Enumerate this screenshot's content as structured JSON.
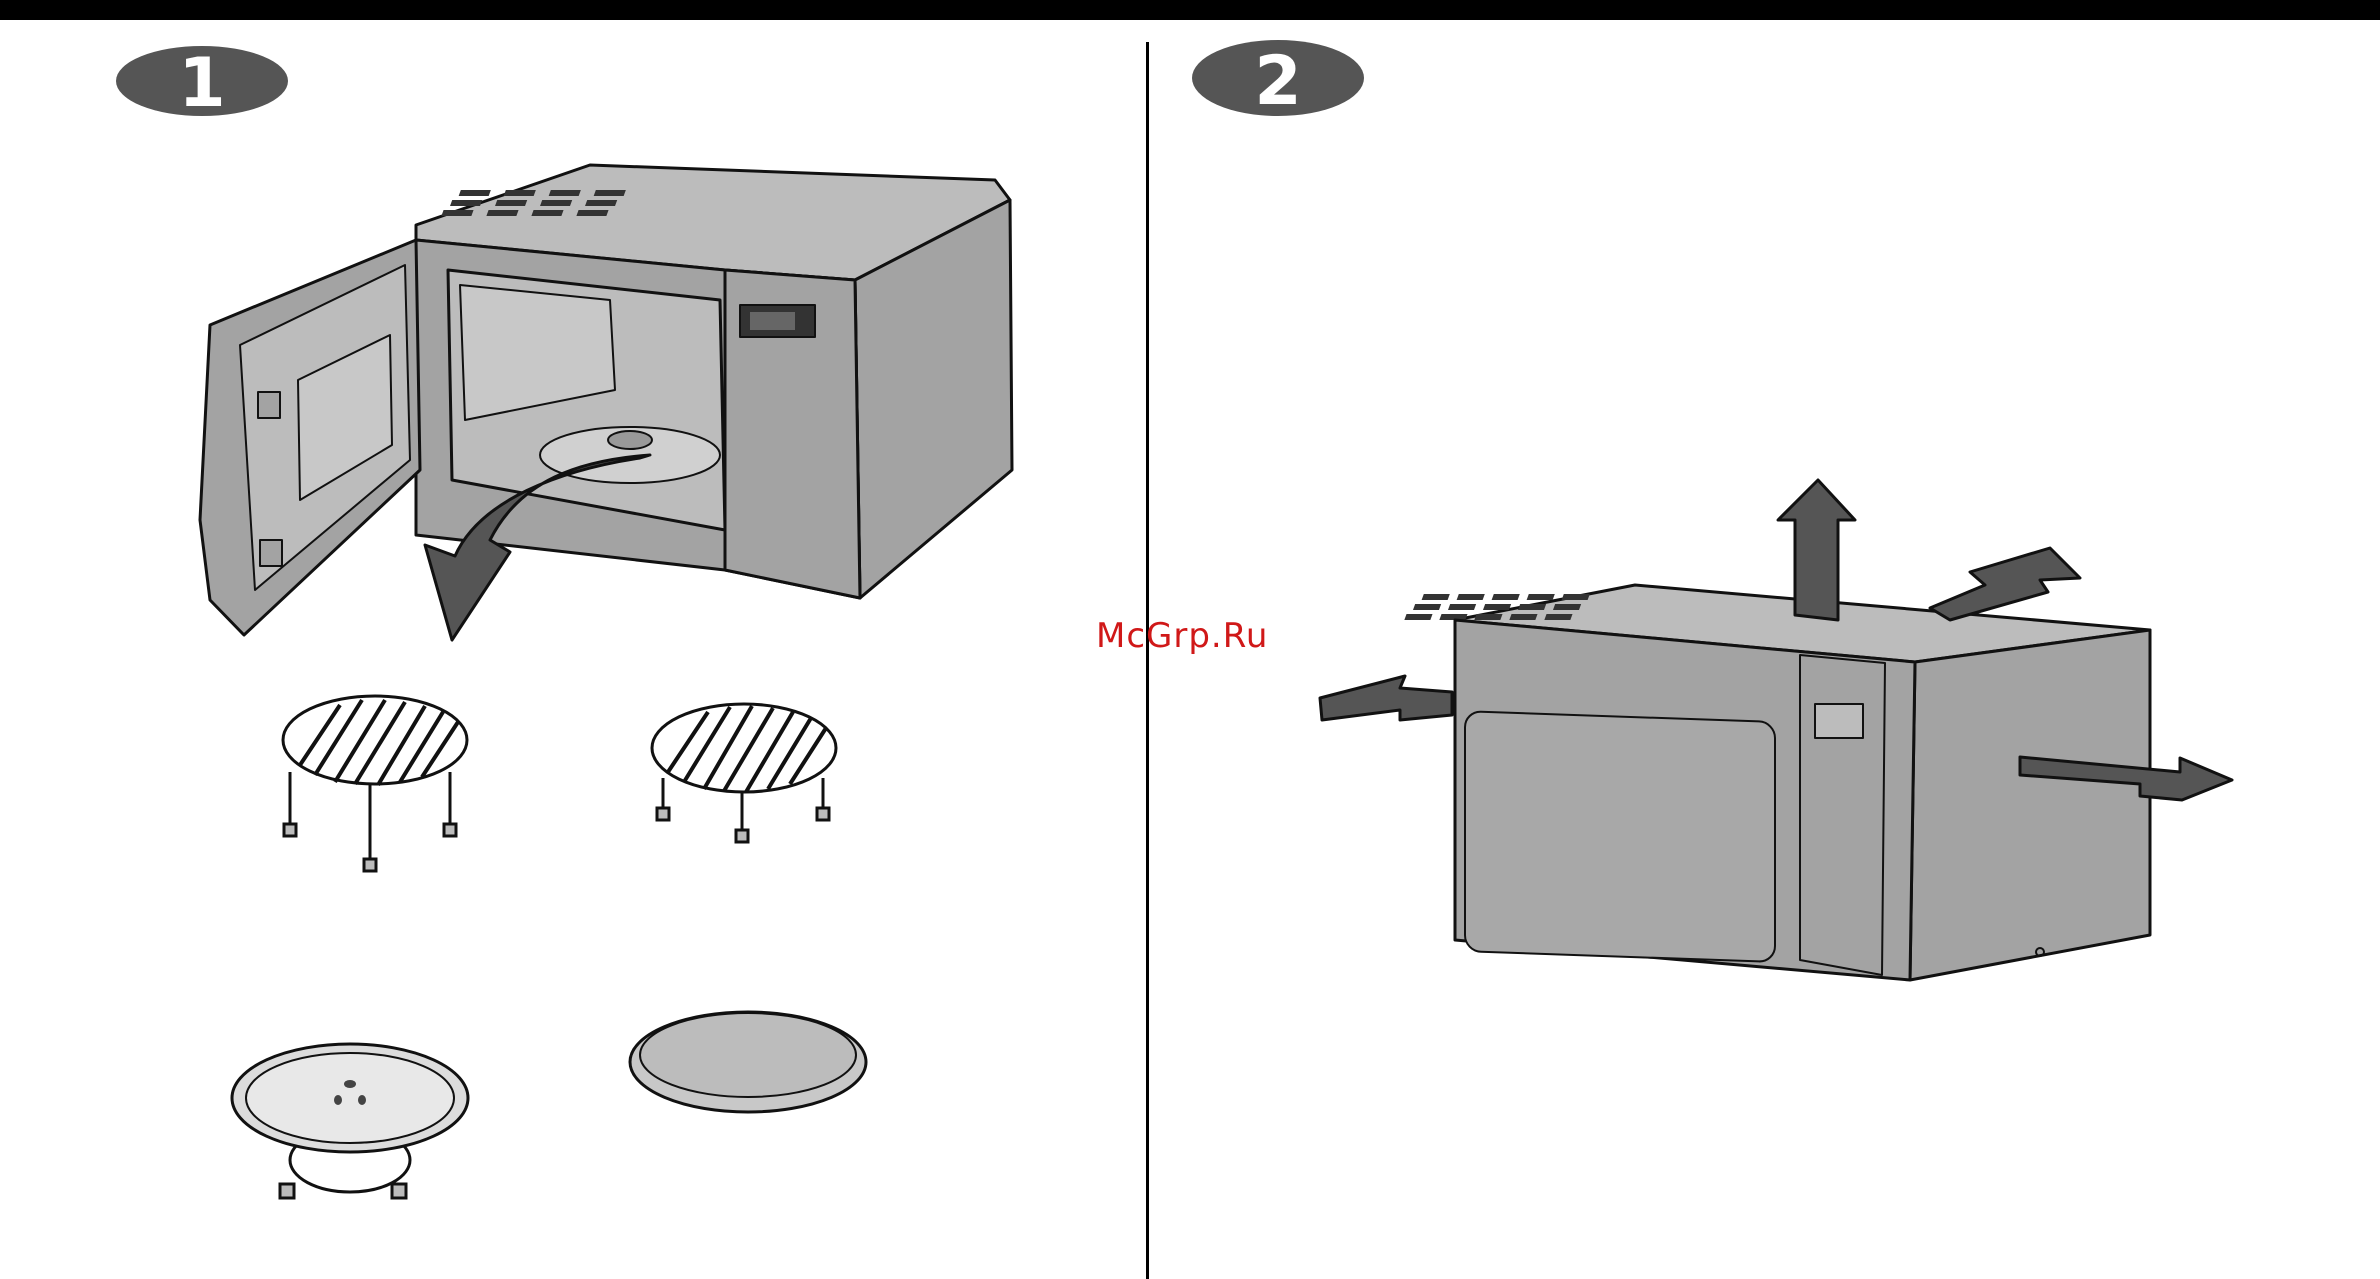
{
  "steps": [
    {
      "number": "1"
    },
    {
      "number": "2"
    }
  ],
  "watermark": "McGrp.Ru",
  "colors": {
    "appliance_fill": "#a3a3a3",
    "appliance_light": "#bcbcbc",
    "arrow_fill": "#555555",
    "badge_fill": "#555555",
    "watermark": "#d01818"
  },
  "illustrations": {
    "step1": [
      "microwave-open-door",
      "high-rack",
      "low-rack",
      "glass-turntable-with-roller-ring",
      "crisp-plate"
    ],
    "step2": [
      "microwave-closed-with-clearance-arrows"
    ]
  }
}
